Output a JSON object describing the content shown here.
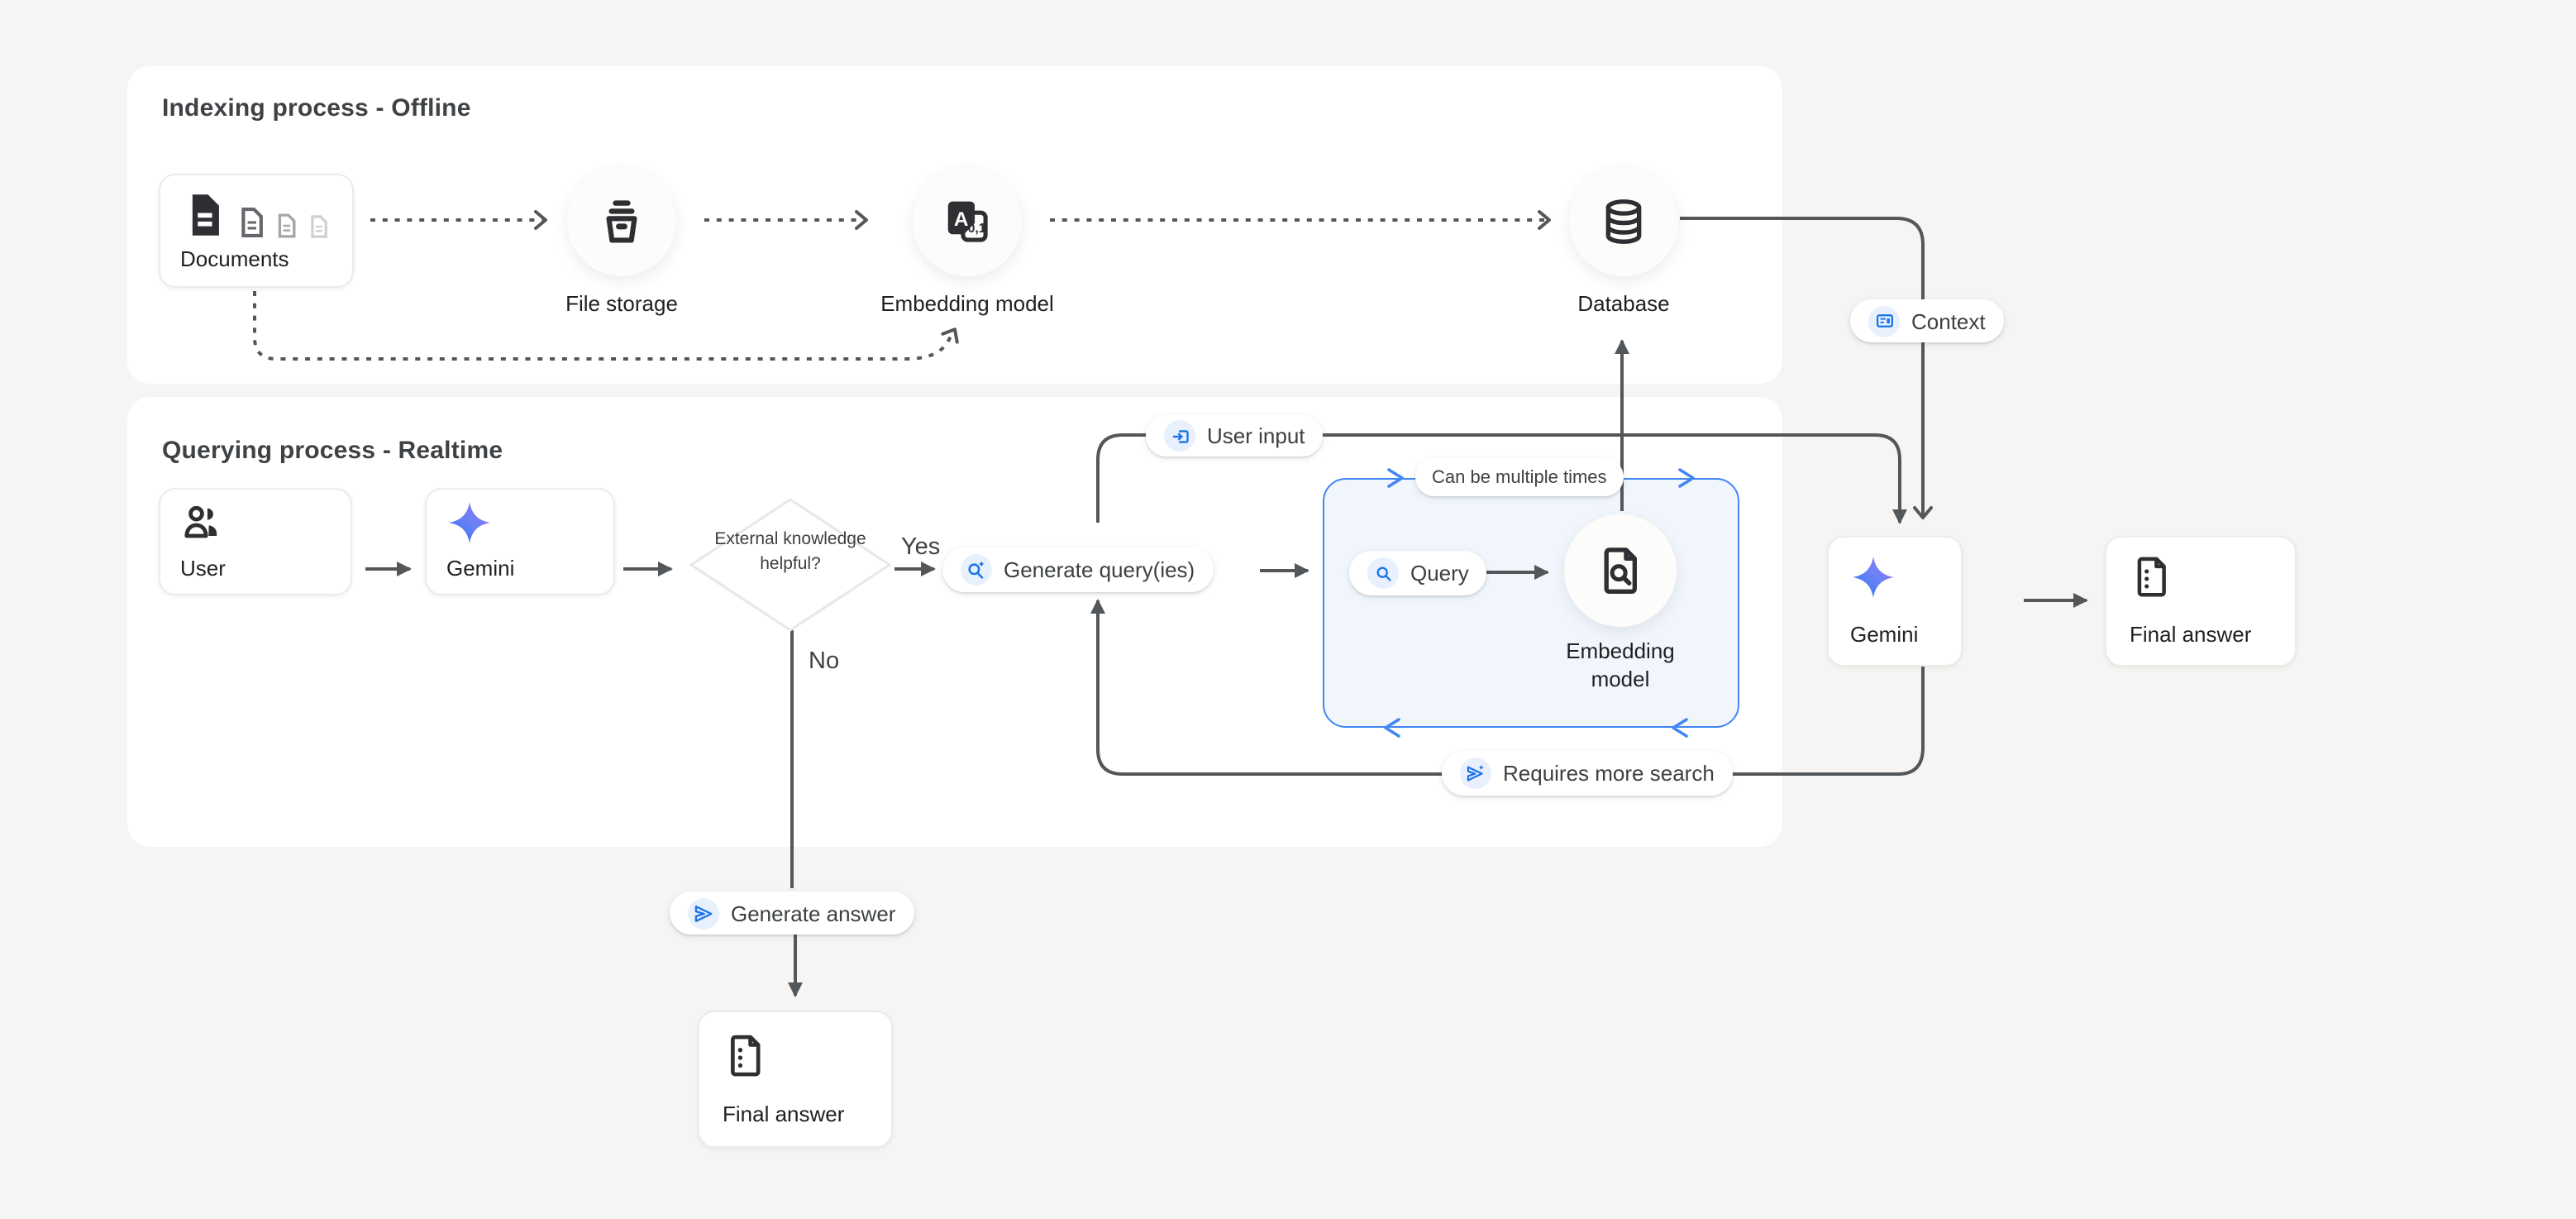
{
  "indexing": {
    "title": "Indexing process - Offline",
    "documents": "Documents",
    "file_storage": "File storage",
    "embedding_model": "Embedding model",
    "embedding_icon_letter": "A",
    "embedding_icon_numbers": "0,1",
    "database": "Database"
  },
  "querying": {
    "title": "Querying process - Realtime",
    "user": "User",
    "gemini": "Gemini",
    "decision": "External knowledge helpful?",
    "yes": "Yes",
    "no": "No",
    "user_input": "User input",
    "generate_queries": "Generate query(ies)",
    "query": "Query",
    "can_be_multiple_times": "Can be multiple times",
    "loop_embedding_model": "Embedding model",
    "requires_more_search": "Requires more search",
    "generate_answer": "Generate answer",
    "final_answer": "Final answer"
  },
  "output": {
    "context": "Context",
    "gemini": "Gemini",
    "final_answer": "Final answer"
  },
  "colors": {
    "background": "#f6f5f3",
    "panel": "#ffffff",
    "line": "#54575a",
    "accent_blue": "#4285f4",
    "icon_blue": "#1a73e8",
    "badge_blue": "#e8f0fe",
    "loop_box_fill": "#f1f6fd"
  }
}
